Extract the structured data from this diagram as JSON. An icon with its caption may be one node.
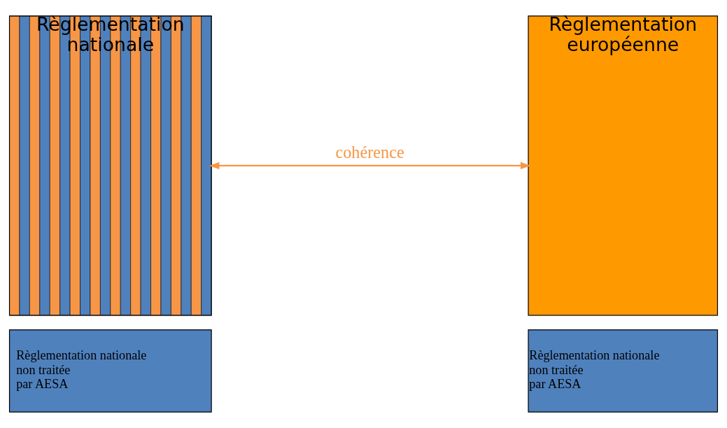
{
  "diagram": {
    "nodes": [
      {
        "text": [
          "Règlementation nationale"
        ]
      },
      {
        "text": [
          "Règlementation nationale non traitée par AESA"
        ]
      },
      {
        "text": [
          "Règlementation européenne"
        ]
      },
      {
        "text": [
          "Règlementation nationale non traitée par AESA"
        ]
      }
    ],
    "edges": [
      {
        "from": 0,
        "to": 2,
        "arrow": "both",
        "label": "cohérence"
      }
    ]
  }
}
